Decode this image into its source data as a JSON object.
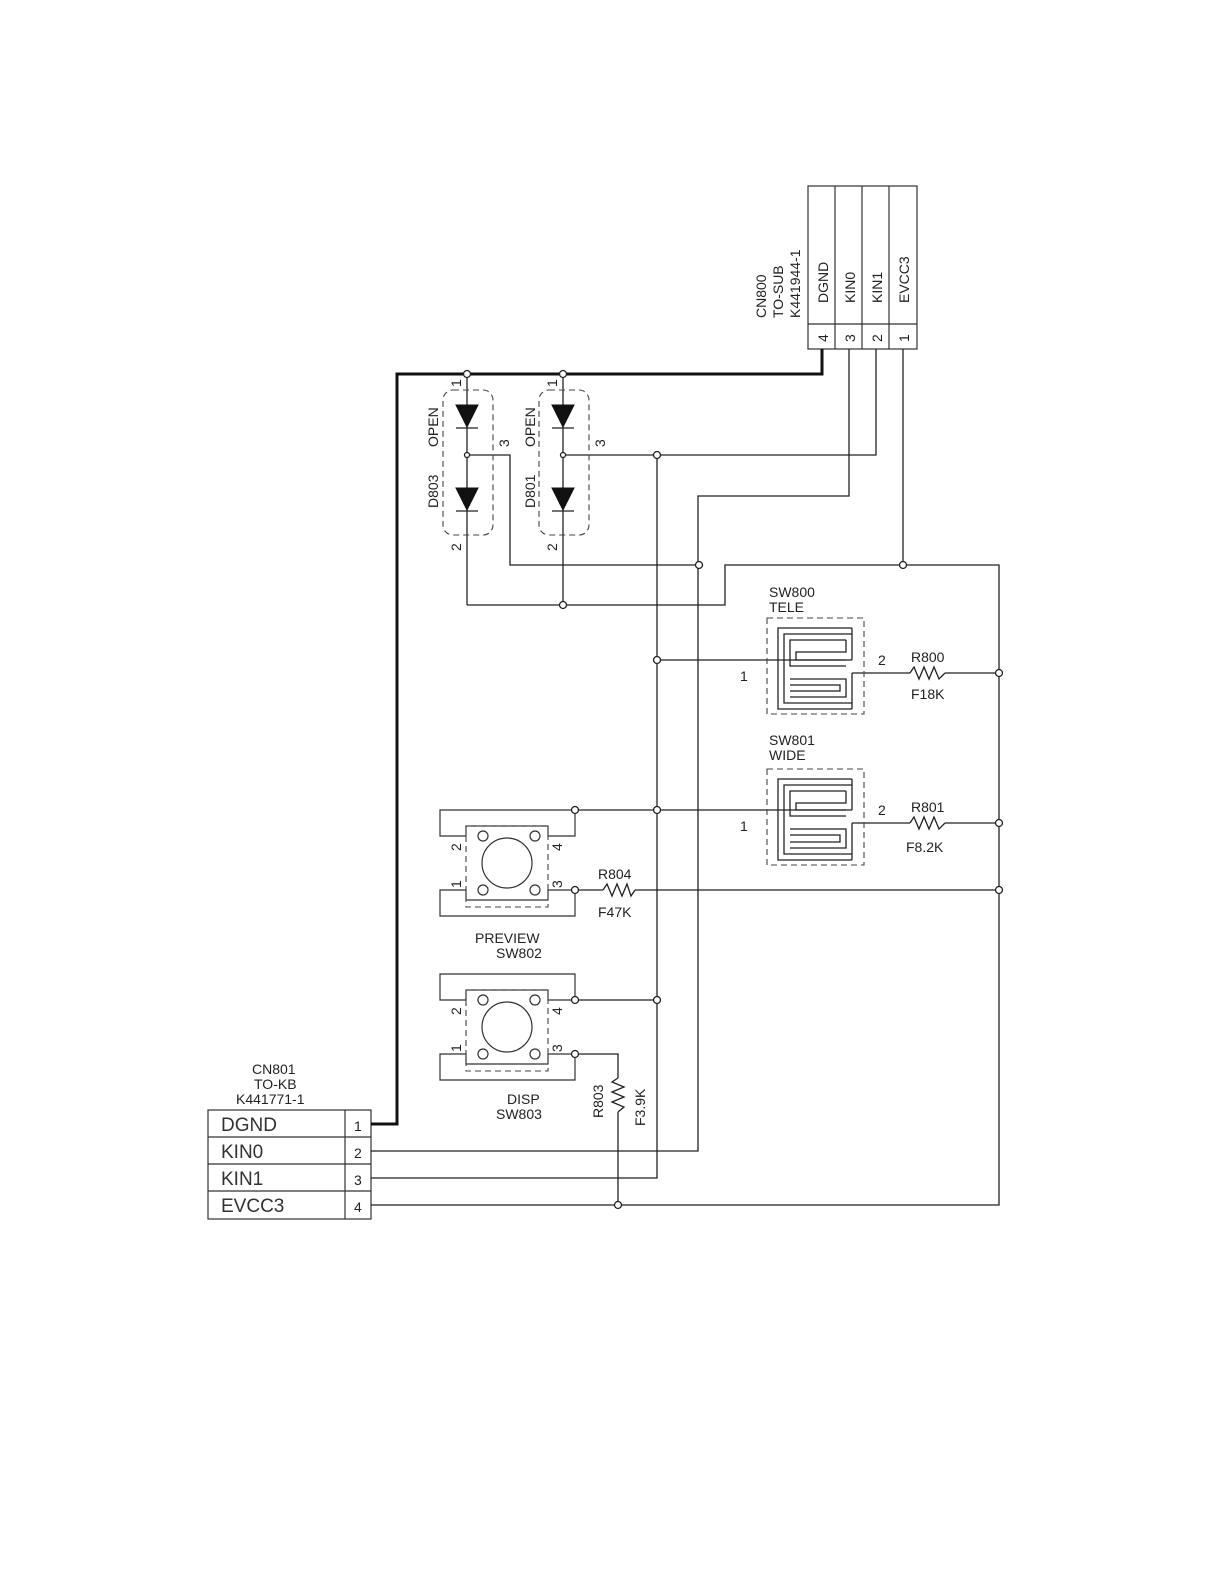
{
  "cn800": {
    "ref": "CN800",
    "desc": "TO-SUB",
    "part": "K441944-1",
    "pins": [
      {
        "num": "4",
        "name": "DGND"
      },
      {
        "num": "3",
        "name": "KIN0"
      },
      {
        "num": "2",
        "name": "KIN1"
      },
      {
        "num": "1",
        "name": "EVCC3"
      }
    ]
  },
  "cn801": {
    "ref": "CN801",
    "desc": "TO-KB",
    "part": "K441771-1",
    "pins": [
      {
        "num": "1",
        "name": "DGND"
      },
      {
        "num": "2",
        "name": "KIN0"
      },
      {
        "num": "3",
        "name": "KIN1"
      },
      {
        "num": "4",
        "name": "EVCC3"
      }
    ]
  },
  "d803": {
    "ref": "D803",
    "label": "OPEN",
    "pin1": "1",
    "pin2": "2",
    "pin3": "3"
  },
  "d801": {
    "ref": "D801",
    "label": "OPEN",
    "pin1": "1",
    "pin2": "2",
    "pin3": "3"
  },
  "sw800": {
    "ref": "SW800",
    "func": "TELE",
    "pin1": "1",
    "pin2": "2"
  },
  "sw801": {
    "ref": "SW801",
    "func": "WIDE",
    "pin1": "1",
    "pin2": "2"
  },
  "sw802": {
    "ref": "SW802",
    "func": "PREVIEW",
    "p1": "1",
    "p2": "2",
    "p3": "3",
    "p4": "4"
  },
  "sw803": {
    "ref": "SW803",
    "func": "DISP",
    "p1": "1",
    "p2": "2",
    "p3": "3",
    "p4": "4"
  },
  "r800": {
    "ref": "R800",
    "value": "F18K"
  },
  "r801": {
    "ref": "R801",
    "value": "F8.2K"
  },
  "r803": {
    "ref": "R803",
    "value": "F3.9K"
  },
  "r804": {
    "ref": "R804",
    "value": "F47K"
  }
}
